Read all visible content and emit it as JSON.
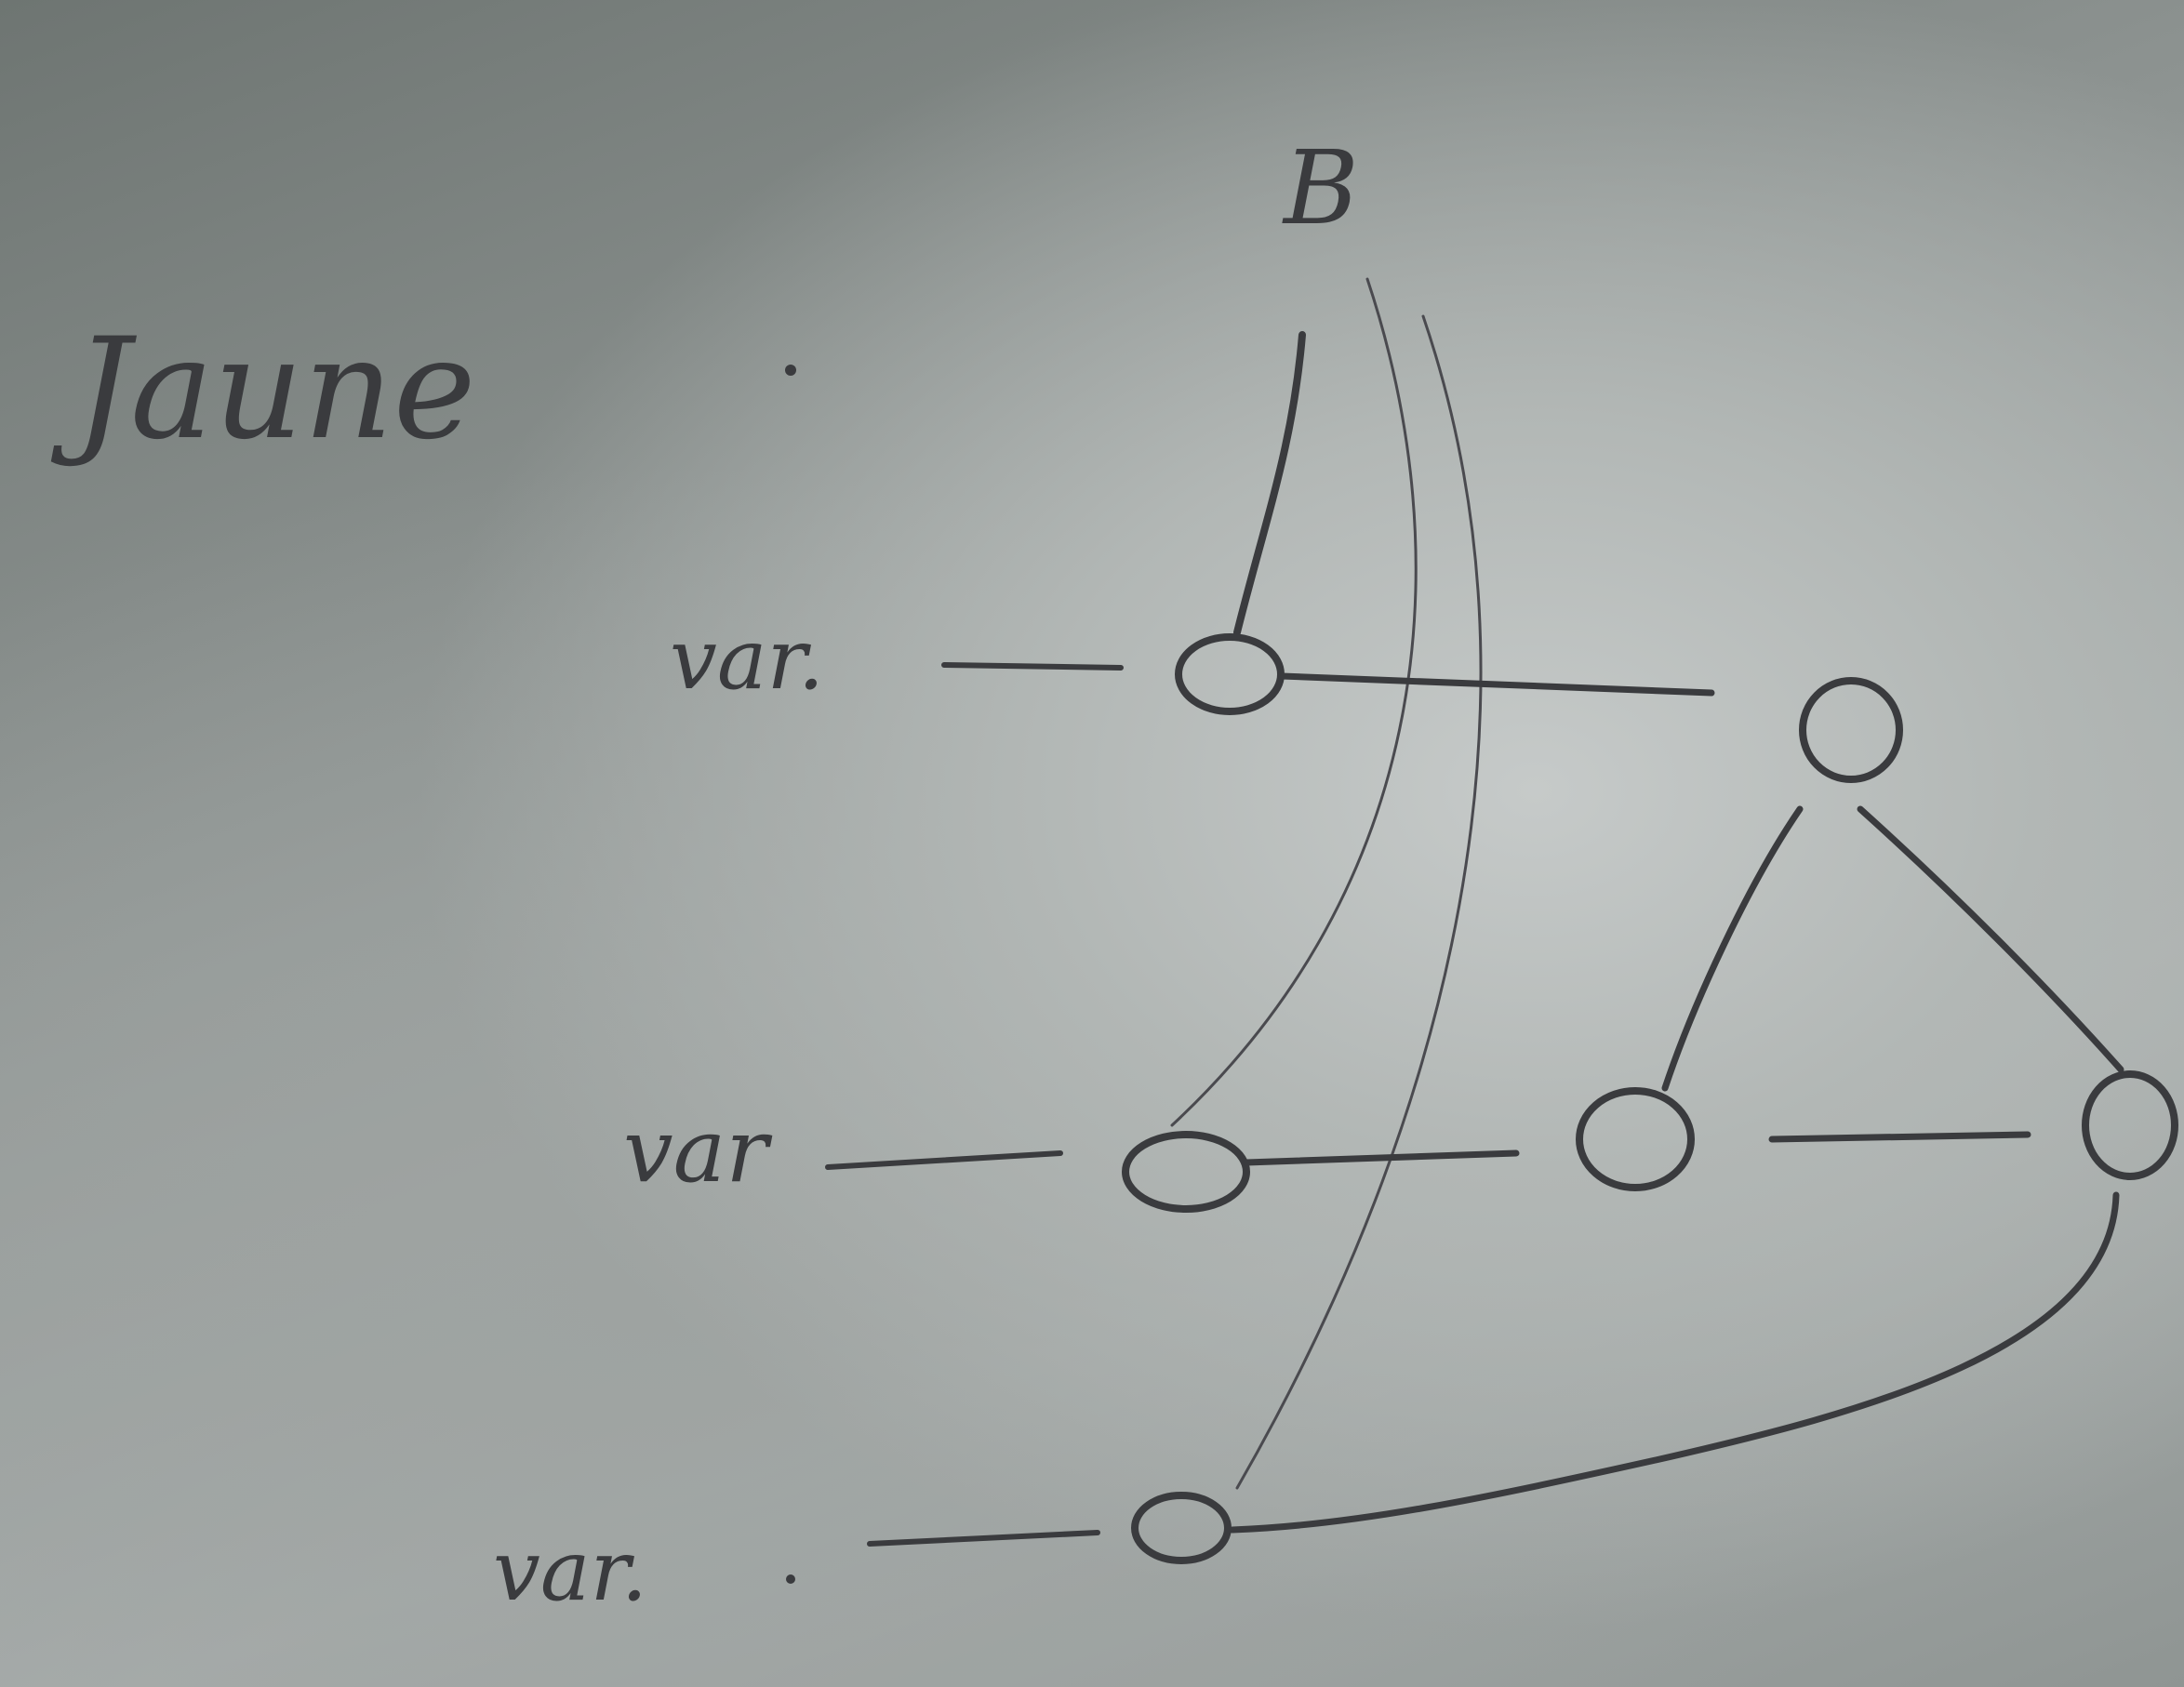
{
  "title": "Jaune",
  "top_label": "B",
  "row_labels": [
    "var.",
    "var",
    "var."
  ],
  "colors": {
    "ink": "#3a3b3e",
    "paper": "#b2b7b5"
  }
}
